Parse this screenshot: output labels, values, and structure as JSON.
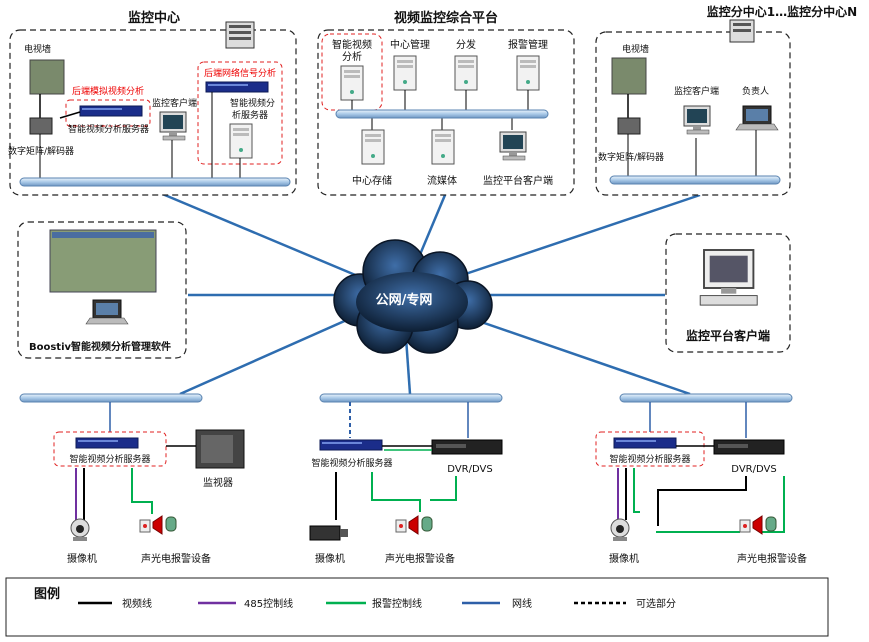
{
  "regions": {
    "monitoring_center": "监控中心",
    "platform": "视频监控综合平台",
    "sub_center": "监控分中心1…监控分中心N"
  },
  "center": {
    "tv_wall": "电视墙",
    "backend_analog": "后端模拟视频分析",
    "backend_network": "后端网络信号分析",
    "analysis_server": "智能视频分析服务器",
    "matrix_decoder": "数字矩阵/解码器",
    "client": "监控客户端",
    "analysis_server_2a": "智能视频分",
    "analysis_server_2b": "析服务器"
  },
  "platform_items": {
    "analysis_a": "智能视频",
    "analysis_b": "分析",
    "center_mgmt": "中心管理",
    "distribute": "分发",
    "alarm_mgmt": "报警管理",
    "storage": "中心存储",
    "streaming": "流媒体",
    "platform_client": "监控平台客户端"
  },
  "subcenter_items": {
    "tv_wall": "电视墙",
    "client": "监控客户端",
    "responsible": "负责人",
    "matrix_decoder": "数字矩阵/解码器"
  },
  "software": {
    "label": "Boostiv智能视频分析管理软件"
  },
  "network": {
    "label": "公网/专网"
  },
  "platform_client_box": {
    "label": "监控平台客户端"
  },
  "site1": {
    "server": "智能视频分析服务器",
    "monitor": "监视器",
    "camera": "摄像机",
    "alarm": "声光电报警设备"
  },
  "site2": {
    "server": "智能视频分析服务器",
    "dvr": "DVR/DVS",
    "camera": "摄像机",
    "alarm": "声光电报警设备"
  },
  "site3": {
    "server": "智能视频分析服务器",
    "dvr": "DVR/DVS",
    "camera": "摄像机",
    "alarm": "声光电报警设备"
  },
  "legend": {
    "title": "图例",
    "items": [
      {
        "label": "视频线",
        "color": "#000000"
      },
      {
        "label": "485控制线",
        "color": "#7030a0"
      },
      {
        "label": "报警控制线",
        "color": "#00b050"
      },
      {
        "label": "网线",
        "color": "#2e5fa8"
      },
      {
        "label": "可选部分",
        "color": "#000000"
      }
    ]
  },
  "colors": {
    "bus": "#9dc3e6",
    "net_line": "#2e6db0",
    "cloud": "#1f3b5f",
    "dash_red": "#e02020"
  }
}
